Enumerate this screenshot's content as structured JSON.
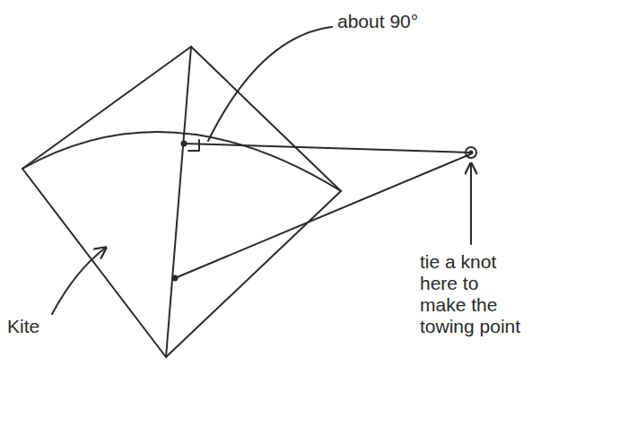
{
  "diagram": {
    "labels": [
      "about 90°",
      "tie a knot here to make the towing point",
      "Kite"
    ]
  }
}
